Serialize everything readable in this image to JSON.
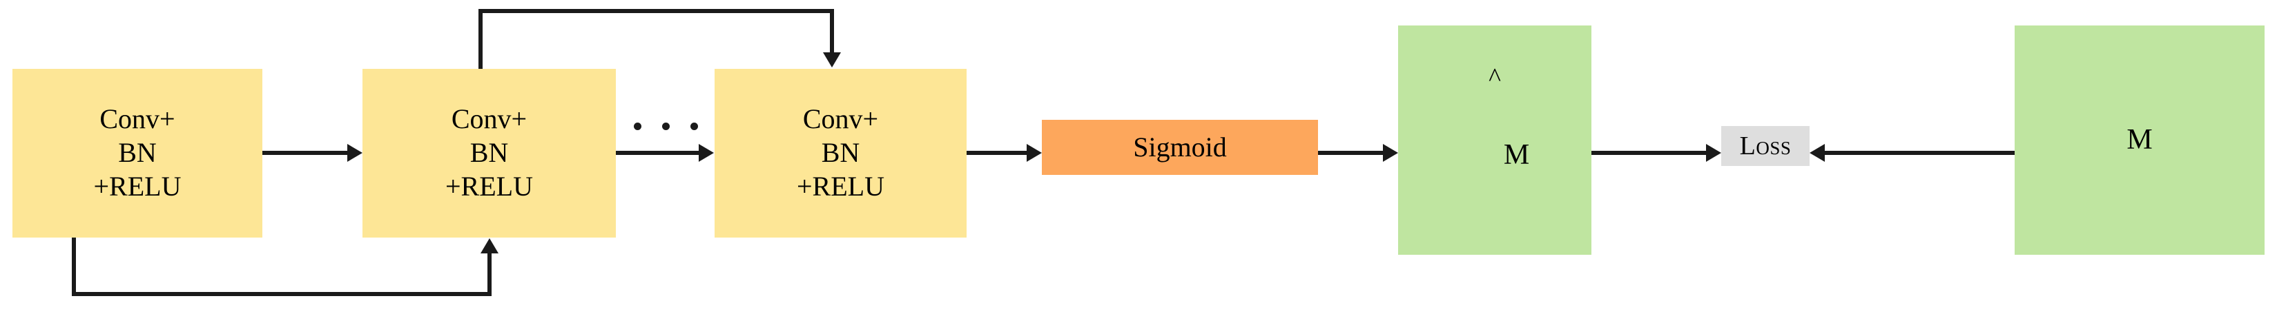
{
  "diagram": {
    "title": "Convolutional residual block pipeline with sigmoid output and loss",
    "background_color": "#ffffff",
    "palette": {
      "conv_block": "#FDE696",
      "sigmoid": "#FDA75C",
      "tensor": "#BFE5A0",
      "loss": "#DEDEDE",
      "connector": "#1a1a1a"
    },
    "nodes": [
      {
        "id": "conv1",
        "kind": "conv-block",
        "lines": [
          "Conv+",
          "BN",
          "+RELU"
        ],
        "fill": "#FDE696"
      },
      {
        "id": "conv2",
        "kind": "conv-block",
        "lines": [
          "Conv+",
          "BN",
          "+RELU"
        ],
        "fill": "#FDE696"
      },
      {
        "id": "conv3",
        "kind": "conv-block",
        "lines": [
          "Conv+",
          "BN",
          "+RELU"
        ],
        "fill": "#FDE696"
      },
      {
        "id": "sigmoid",
        "kind": "activation",
        "label": "Sigmoid",
        "fill": "#FDA75C"
      },
      {
        "id": "m_pred",
        "kind": "tensor",
        "label": "M",
        "accent": "^",
        "fill": "#BFE5A0"
      },
      {
        "id": "loss",
        "kind": "loss",
        "label": "Loss",
        "fill": "#DEDEDE"
      },
      {
        "id": "m_true",
        "kind": "tensor",
        "label": "M",
        "fill": "#BFE5A0"
      }
    ],
    "ellipsis": {
      "label": "...",
      "dot_count": 3
    },
    "edges": [
      {
        "id": "e1",
        "from": "conv1",
        "to": "conv2",
        "style": "straight-right"
      },
      {
        "id": "e2",
        "from": "conv2",
        "to": "conv3",
        "style": "straight-right"
      },
      {
        "id": "e3",
        "from": "conv3",
        "to": "sigmoid",
        "style": "straight-right"
      },
      {
        "id": "e4",
        "from": "sigmoid",
        "to": "m_pred",
        "style": "straight-right"
      },
      {
        "id": "e5",
        "from": "m_pred",
        "to": "loss",
        "style": "straight-right"
      },
      {
        "id": "e6",
        "from": "m_true",
        "to": "loss",
        "style": "straight-left"
      },
      {
        "id": "skip-bottom",
        "from": "conv1",
        "to": "conv2",
        "style": "skip-below"
      },
      {
        "id": "skip-top",
        "from": "conv2",
        "to": "conv3",
        "style": "skip-above"
      }
    ]
  }
}
